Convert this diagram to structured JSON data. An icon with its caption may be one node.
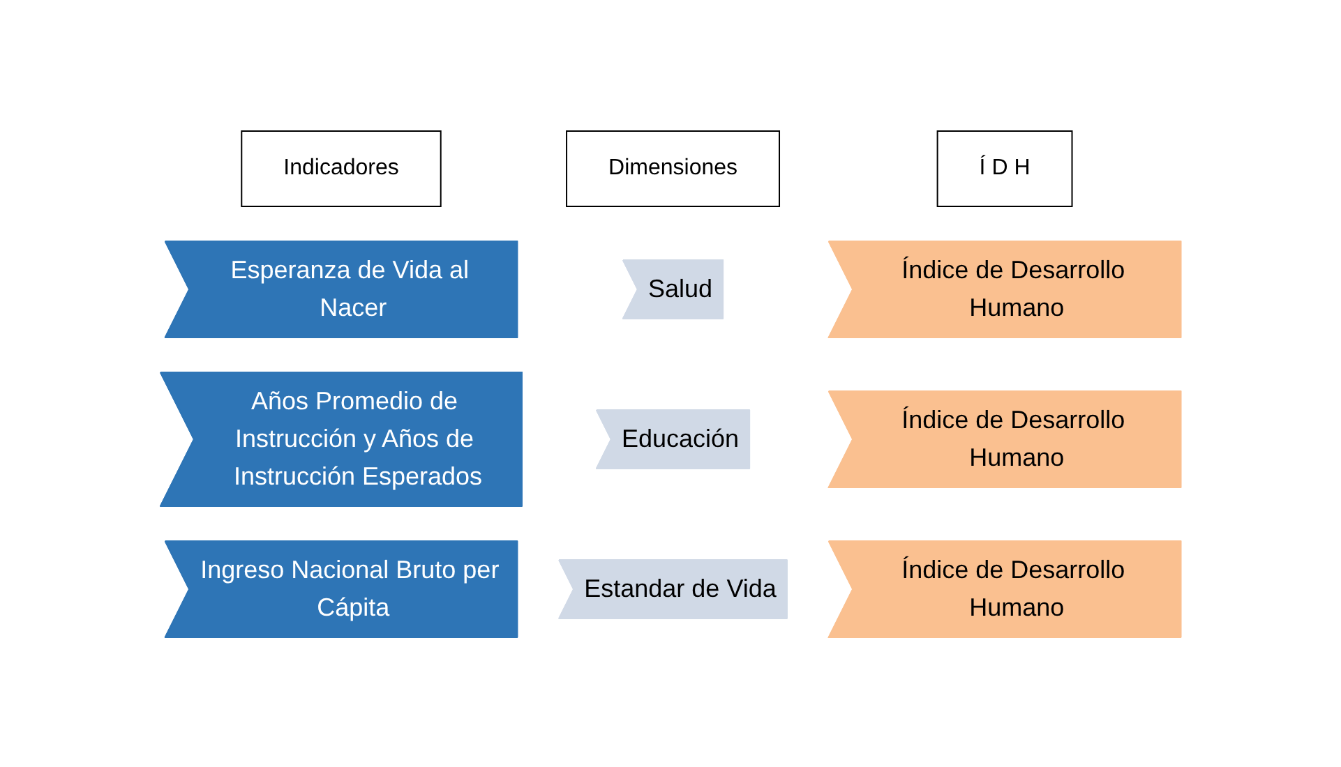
{
  "diagram": {
    "nodes": [
      {
        "text": [
          "Indicadores"
        ]
      },
      {
        "text": [
          "Dimensiones"
        ]
      },
      {
        "text": [
          "Í D H"
        ]
      },
      {
        "text": [
          "Esperanza de Vida al Nacer"
        ]
      },
      {
        "text": [
          "Salud"
        ]
      },
      {
        "text": [
          "Índice de Desarrollo Humano"
        ]
      },
      {
        "text": [
          "Años Promedio de Instrucción y Años de Instrucción Esperados"
        ]
      },
      {
        "text": [
          "Educación"
        ]
      },
      {
        "text": [
          "Índice de Desarrollo Humano"
        ]
      },
      {
        "text": [
          "Ingreso Nacional Bruto per Cápita"
        ]
      },
      {
        "text": [
          "Estandar de Vida"
        ]
      },
      {
        "text": [
          "Índice de Desarrollo Humano"
        ]
      }
    ]
  }
}
